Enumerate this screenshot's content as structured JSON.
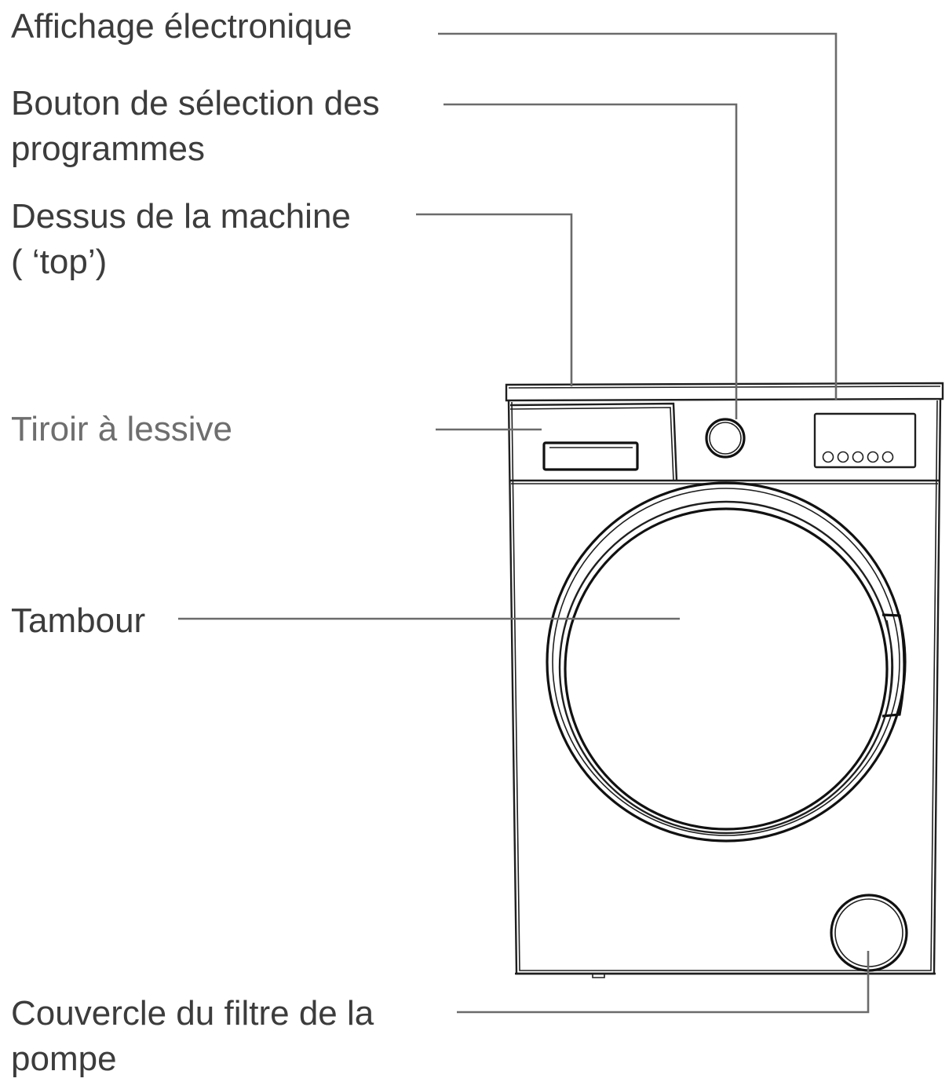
{
  "labels": {
    "display": "Affichage électronique",
    "program_knob_line1": "Bouton de sélection des",
    "program_knob_line2": "programmes",
    "top_line1": "Dessus de la machine",
    "top_line2": "( ‘top’)",
    "detergent_drawer": "Tiroir à lessive",
    "drum": "Tambour",
    "pump_filter_line1": "Couvercle du filtre de la",
    "pump_filter_line2": "pompe"
  },
  "control_panel": {
    "display_button_count": 5
  },
  "colors": {
    "label_text": "#3c3c3c",
    "label_text_light": "#6e6e6e",
    "leader_line": "#6b6b6b",
    "machine_outline": "#1f1f1f"
  }
}
